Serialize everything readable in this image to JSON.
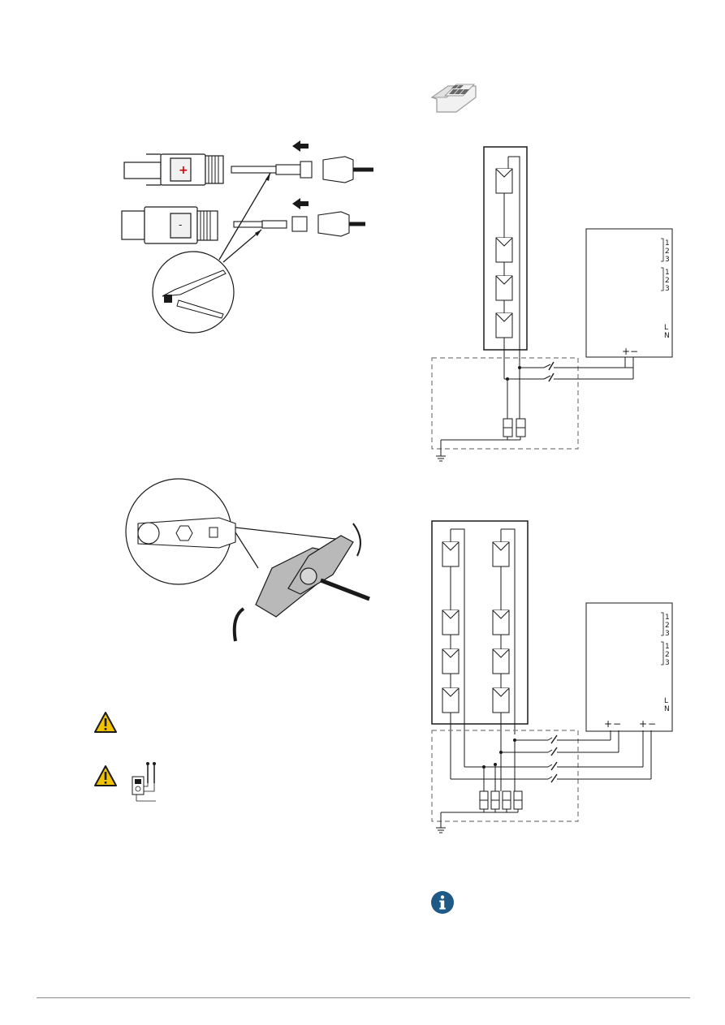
{
  "colors": {
    "warning_yellow": "#f2c200",
    "info_blue": "#1f5a87",
    "line_dark": "#1a1a1a",
    "dashed_gray": "#7a7a7a",
    "roof_gray": "#9a9a9a",
    "panel_gray": "#6a6a6a"
  },
  "icons": {
    "house": "house-with-solar-panels-icon",
    "warning1": "warning-triangle-icon",
    "warning2": "warning-triangle-icon",
    "multimeter": "multimeter-icon",
    "info": "info-circle-icon"
  },
  "connector": {
    "plus_mark": "+",
    "minus_mark": "-"
  },
  "diagram_single": {
    "inverter_terminals_a": [
      "1",
      "2",
      "3"
    ],
    "inverter_terminals_b": [
      "1",
      "2",
      "3"
    ],
    "ac_l": "L",
    "ac_n": "N",
    "dc_plus": "+",
    "dc_minus": "−"
  },
  "diagram_dual": {
    "inverter_terminals_a": [
      "1",
      "2",
      "3"
    ],
    "inverter_terminals_b": [
      "1",
      "2",
      "3"
    ],
    "ac_l": "L",
    "ac_n": "N",
    "dc1_plus": "+",
    "dc1_minus": "−",
    "dc2_plus": "+",
    "dc2_minus": "−"
  }
}
